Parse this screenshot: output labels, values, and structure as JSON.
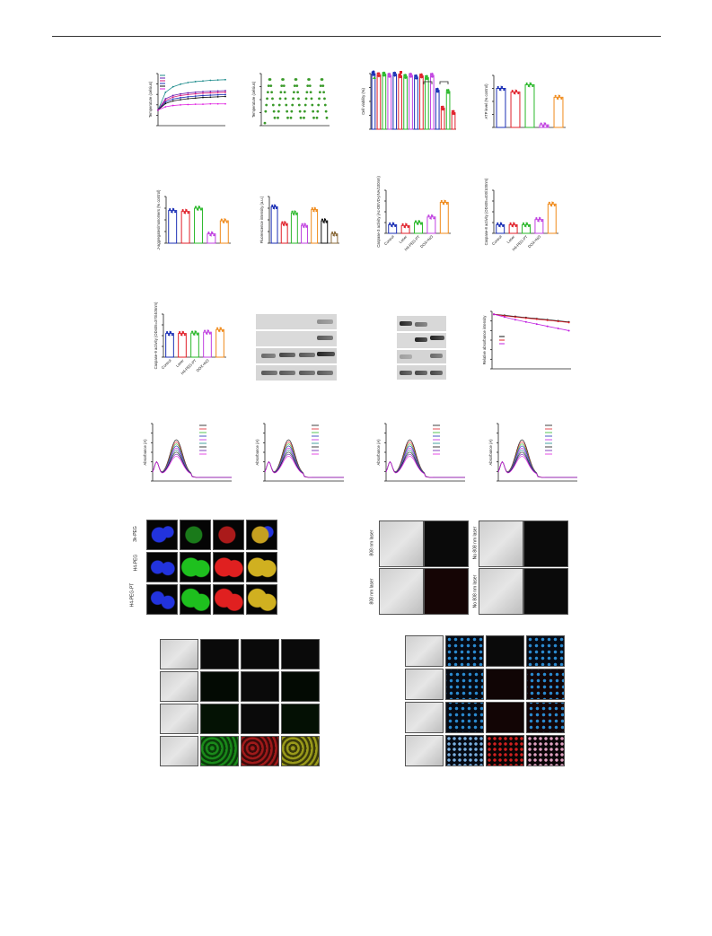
{
  "chart_data": [
    {
      "type": "line",
      "ylabel": "Temperature (celsius)",
      "legend": [
        "",
        "",
        "",
        "",
        "",
        ""
      ],
      "series": [
        {
          "color": "#1a8a8a",
          "values": [
            0,
            0.55,
            0.72,
            0.8,
            0.85,
            0.88,
            0.9,
            0.92,
            0.93,
            0.94
          ]
        },
        {
          "color": "#6a1ab0",
          "values": [
            0,
            0.35,
            0.45,
            0.5,
            0.53,
            0.55,
            0.57,
            0.58,
            0.59,
            0.6
          ]
        },
        {
          "color": "#d9167a",
          "values": [
            0,
            0.3,
            0.4,
            0.45,
            0.48,
            0.5,
            0.52,
            0.53,
            0.54,
            0.55
          ]
        },
        {
          "color": "#1b2fb5",
          "values": [
            0,
            0.25,
            0.34,
            0.38,
            0.41,
            0.43,
            0.45,
            0.46,
            0.47,
            0.48
          ]
        },
        {
          "color": "#111111",
          "values": [
            0,
            0.2,
            0.28,
            0.32,
            0.35,
            0.37,
            0.39,
            0.4,
            0.41,
            0.42
          ]
        },
        {
          "color": "#e020e0",
          "values": [
            0,
            0.1,
            0.14,
            0.16,
            0.17,
            0.18,
            0.18,
            0.19,
            0.19,
            0.19
          ]
        }
      ]
    },
    {
      "type": "scatter",
      "ylabel": "Temperature (celsius)",
      "color": "#3a9a2a"
    },
    {
      "type": "bar",
      "ylabel": "Cell viability (%)",
      "values": [
        1,
        0.98,
        0.99,
        0.97,
        0.99,
        0.96,
        0.95,
        0.97,
        0.94,
        0.96,
        0.93,
        0.97,
        0.7,
        0.38,
        0.68,
        0.3
      ],
      "colors": [
        "#1b2fb5",
        "#e0202a",
        "#2ab82a",
        "#c040e0",
        "#1b2fb5",
        "#e0202a",
        "#2ab82a",
        "#c040e0",
        "#1b2fb5",
        "#e0202a",
        "#2ab82a",
        "#c040e0",
        "#1b2fb5",
        "#e0202a",
        "#2ab82a",
        "#e0202a"
      ]
    },
    {
      "type": "bar",
      "ylabel": "ATP level (% control)",
      "values": [
        0.75,
        0.68,
        0.82,
        0.05,
        0.58
      ],
      "colors": [
        "#1b2fb5",
        "#e0202a",
        "#2ab82a",
        "#c040e0",
        "#f08a1a"
      ]
    },
    {
      "type": "bar",
      "ylabel": "J-aggregates/monomers (% control)",
      "values": [
        0.7,
        0.68,
        0.75,
        0.2,
        0.48
      ],
      "colors": [
        "#1b2fb5",
        "#e0202a",
        "#2ab82a",
        "#c040e0",
        "#f08a1a"
      ]
    },
    {
      "type": "bar",
      "ylabel": "Fluorescence intensity (a.u.)",
      "values": [
        0.78,
        0.42,
        0.65,
        0.38,
        0.72,
        0.48,
        0.2
      ],
      "colors": [
        "#1b2fb5",
        "#e0202a",
        "#2ab82a",
        "#c040e0",
        "#f08a1a",
        "#111111",
        "#8a6a3a"
      ]
    },
    {
      "type": "bar",
      "ylabel": "Caspase-3 activity (Ac-DEVD-pNA/100nm)",
      "categories": [
        "Control",
        "Laser",
        "H4-PEG-PT",
        "DOX+NO"
      ],
      "values": [
        0.2,
        0.18,
        0.25,
        0.38,
        0.72
      ],
      "colors": [
        "#1b2fb5",
        "#e0202a",
        "#2ab82a",
        "#c040e0",
        "#f08a1a"
      ]
    },
    {
      "type": "bar",
      "ylabel": "Caspase-8 activity (OD405=400/100nm)",
      "categories": [
        "Control",
        "Laser",
        "H4-PEG-PT",
        "DOX+NO"
      ],
      "values": [
        0.2,
        0.2,
        0.2,
        0.32,
        0.68
      ],
      "colors": [
        "#1b2fb5",
        "#e0202a",
        "#2ab82a",
        "#c040e0",
        "#f08a1a"
      ]
    },
    {
      "type": "bar",
      "ylabel": "Caspase-9 activity (OD405=370/405nm)",
      "categories": [
        "Control",
        "Laser",
        "H4-PEG-PT",
        "DOX+NO"
      ],
      "values": [
        0.55,
        0.55,
        0.56,
        0.58,
        0.64
      ],
      "colors": [
        "#1b2fb5",
        "#e0202a",
        "#2ab82a",
        "#c040e0",
        "#f08a1a"
      ]
    },
    {
      "type": "line",
      "ylabel": "Relative absorbance intensity",
      "series": [
        {
          "color": "#111111",
          "values": [
            1,
            0.98,
            0.96,
            0.94,
            0.92,
            0.9,
            0.88,
            0.86
          ]
        },
        {
          "color": "#e0202a",
          "values": [
            1,
            0.97,
            0.95,
            0.93,
            0.91,
            0.89,
            0.87,
            0.85
          ]
        },
        {
          "color": "#c020e0",
          "values": [
            1,
            0.95,
            0.9,
            0.86,
            0.82,
            0.78,
            0.74,
            0.7
          ]
        }
      ]
    },
    {
      "type": "line",
      "ylabel": "Absorbance (A)"
    },
    {
      "type": "line",
      "ylabel": "Absorbance (A)"
    },
    {
      "type": "line",
      "ylabel": "Absorbance (A)"
    },
    {
      "type": "line",
      "ylabel": "Absorbance (A)"
    }
  ],
  "micro_left": {
    "rows": [
      "3k-PEG",
      "H4-PEG",
      "H4-PEG-PT"
    ]
  },
  "laser_a": {
    "top": "808 nm laser",
    "bottom": "808 nm laser"
  },
  "laser_b": {
    "top": "No 808 nm laser",
    "bottom": "No 808 nm laser"
  }
}
